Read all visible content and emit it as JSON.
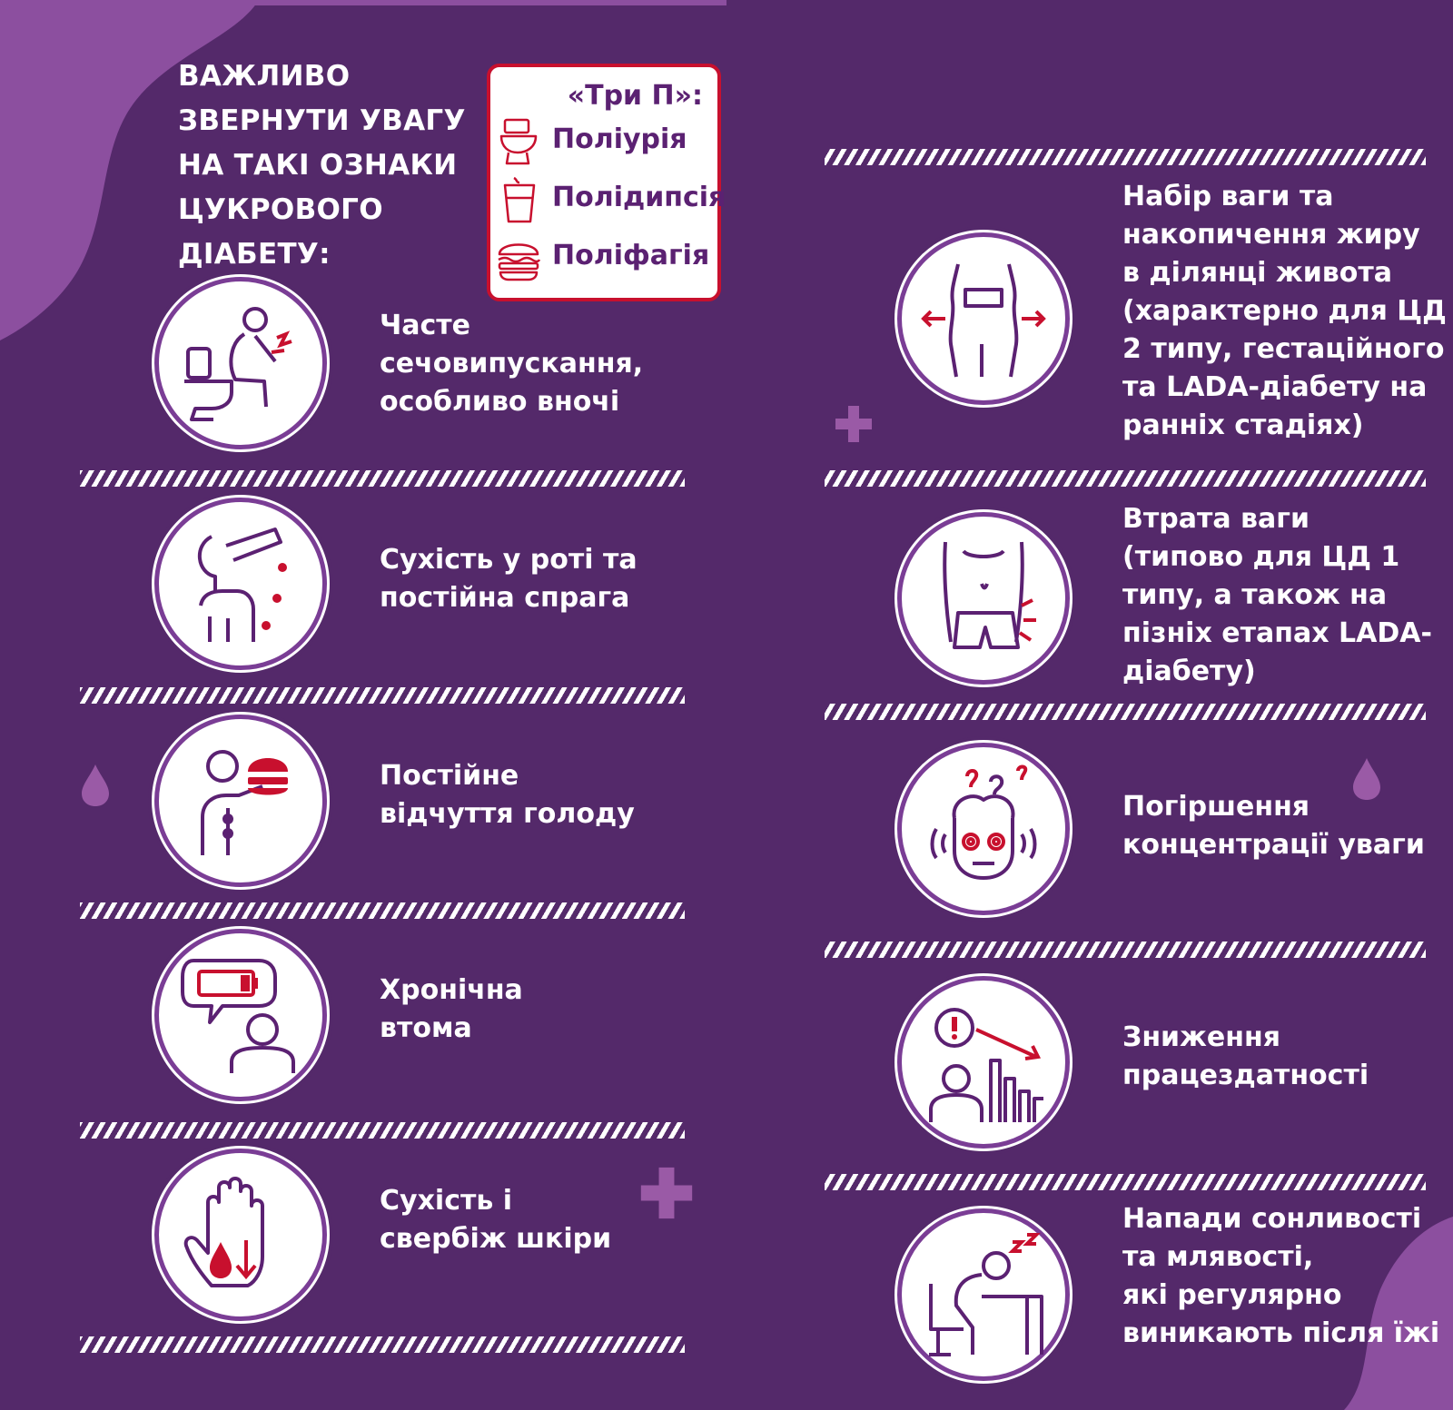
{
  "colors": {
    "background": "#54296a",
    "accent_purple": "#9a5aa6",
    "accent_red": "#c8102e",
    "text": "#ffffff"
  },
  "headline": [
    "ВАЖЛИВО",
    "ЗВЕРНУТИ УВАГУ",
    "НА ТАКІ ОЗНАКИ",
    "ЦУКРОВОГО",
    "ДІАБЕТУ:"
  ],
  "tri_p": {
    "title": "«Три П»:",
    "items": [
      {
        "label": "Поліурія",
        "icon": "toilet-icon"
      },
      {
        "label": "Полідипсія",
        "icon": "water-glass-icon"
      },
      {
        "label": "Поліфагія",
        "icon": "burger-icon"
      }
    ]
  },
  "left_symptoms": [
    {
      "lines": [
        "Часте",
        "сечовипускання,",
        "особливо вночі"
      ],
      "icon": "toilet-person-icon"
    },
    {
      "lines": [
        "Сухість у роті та",
        "постійна спрага"
      ],
      "icon": "drinking-person-icon"
    },
    {
      "lines": [
        "Постійне",
        "відчуття голоду"
      ],
      "icon": "eating-person-icon"
    },
    {
      "lines": [
        "Хронічна",
        "втома"
      ],
      "icon": "low-battery-person-icon"
    },
    {
      "lines": [
        "Сухість і",
        "свербіж шкіри"
      ],
      "icon": "hand-drop-icon"
    }
  ],
  "right_symptoms": [
    {
      "lines": [
        "Набір ваги та",
        "накопичення жиру",
        "в ділянці живота",
        "(характерно для ЦД",
        "2 типу, гестаційного",
        "та LADA-діабету на",
        "ранніх стадіях)"
      ],
      "icon": "body-weight-gain-icon"
    },
    {
      "lines": [
        "Втрата ваги",
        "(типово для ЦД 1",
        "типу, а також на",
        "пізніх етапах LADA-",
        "діабету)"
      ],
      "icon": "body-weight-loss-icon"
    },
    {
      "lines": [
        "Погіршення",
        "концентрації уваги"
      ],
      "icon": "confused-head-icon"
    },
    {
      "lines": [
        "Зниження",
        "працездатності"
      ],
      "icon": "declining-chart-person-icon"
    },
    {
      "lines": [
        "Напади сонливості",
        "та млявості,",
        "які регулярно",
        "виникають після їжі"
      ],
      "icon": "sleeping-desk-person-icon"
    }
  ]
}
